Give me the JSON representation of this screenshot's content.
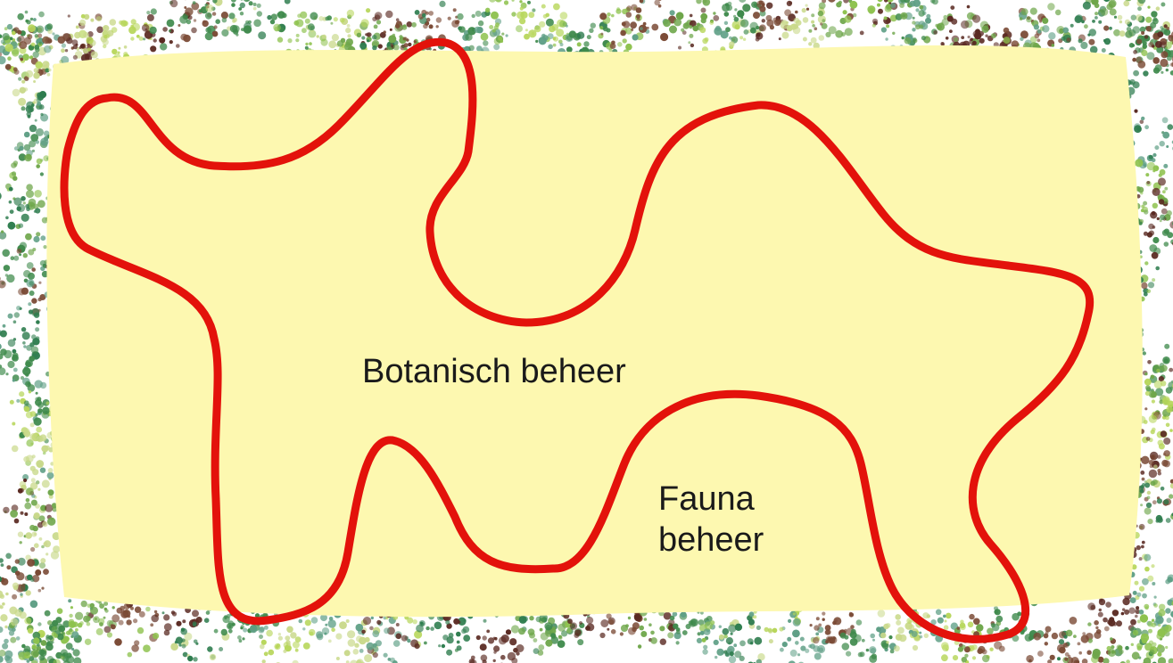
{
  "colors": {
    "meadow": "#fdf8b0",
    "boundary": "#e3120b",
    "vegetation": [
      "#6ea64a",
      "#8ec24e",
      "#b7d65a",
      "#3f8a4c",
      "#5f9f86",
      "#7a4a35",
      "#5a2a22",
      "#c9d98a",
      "#2f7d4f"
    ]
  },
  "icons": {
    "vegetation": "shrub-cluster-icon",
    "boundary": "management-zone-boundary"
  },
  "labels": {
    "botanisch": "Botanisch beheer",
    "fauna_line1": "Fauna",
    "fauna_line2": "beheer"
  }
}
